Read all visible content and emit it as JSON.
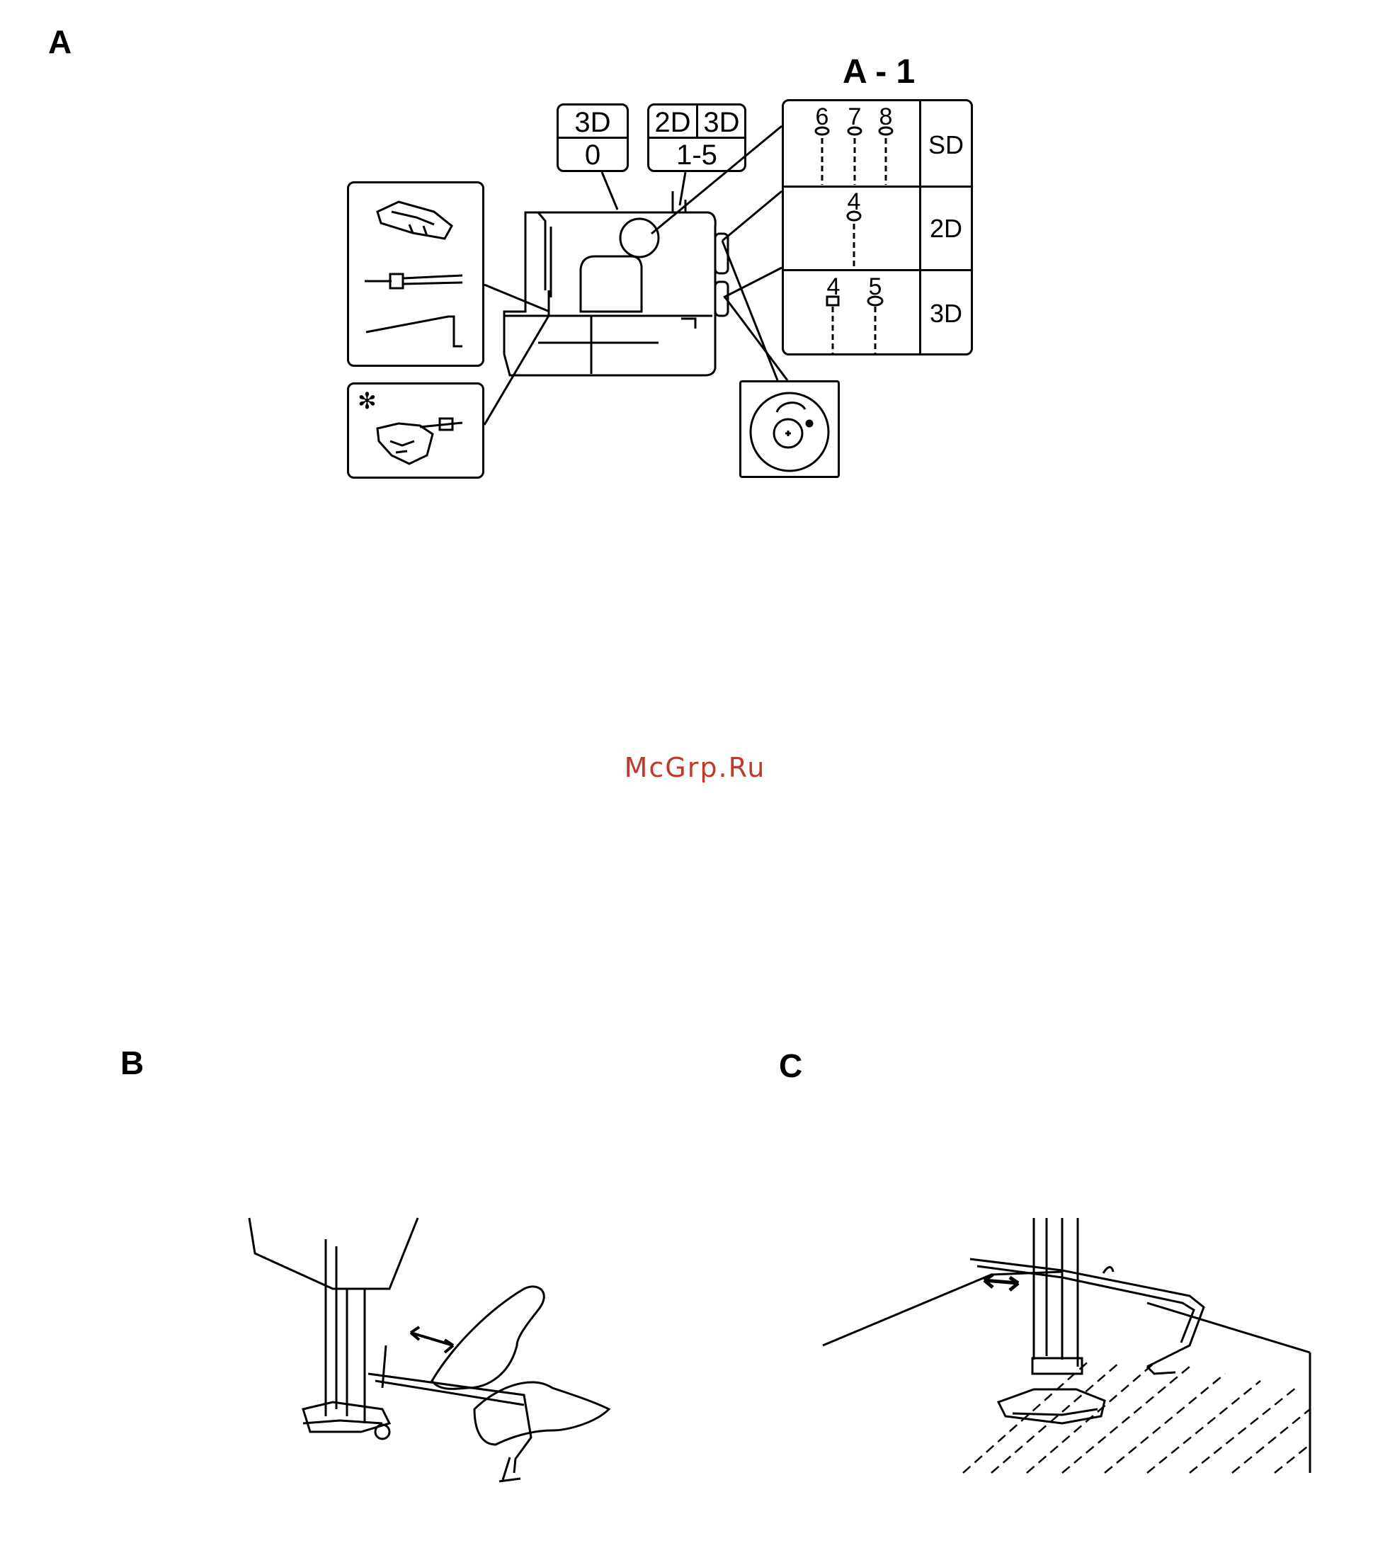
{
  "figures": {
    "a": {
      "label": "A"
    },
    "a1": {
      "label": "A - 1"
    },
    "b": {
      "label": "B"
    },
    "c": {
      "label": "C"
    }
  },
  "stitch_length_box": {
    "top": "3D",
    "bottom": "0"
  },
  "stitch_width_box": {
    "top_left": "2D",
    "top_right": "3D",
    "bottom": "1-5"
  },
  "a1_table": {
    "rows": [
      {
        "mode": "SD",
        "positions": [
          "6",
          "7",
          "8"
        ]
      },
      {
        "mode": "2D",
        "positions": [
          "4"
        ]
      },
      {
        "mode": "3D",
        "positions": [
          "4",
          "5"
        ]
      }
    ]
  },
  "accessory_marker": "✻",
  "watermark": {
    "text": "McGrp.Ru",
    "color": "#c0392b"
  }
}
